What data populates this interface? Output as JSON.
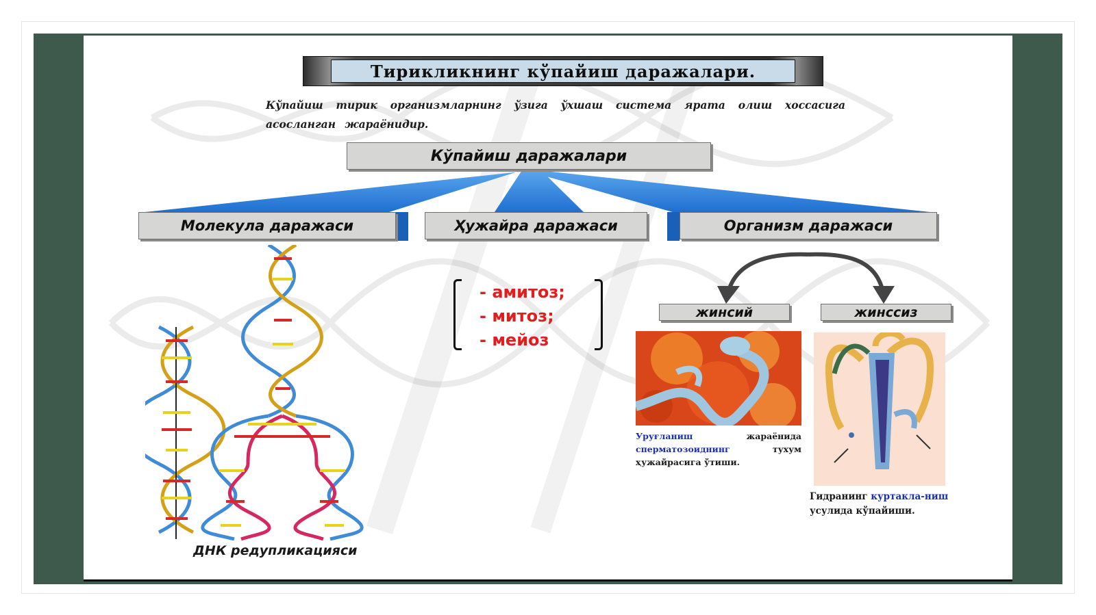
{
  "slide": {
    "title": "Тирикликнинг кўпайиш даражалари.",
    "definition": "Кўпайиш  тирик организмларнинг ўзига ўхшаш система ярата олиш хоссасига асосланган жараёнидир.",
    "main_label": "Кўпайиш даражалари",
    "levels": {
      "molecular": "Молекула даражаси",
      "cellular": "Ҳужайра даражаси",
      "organism": "Организм даражаси"
    },
    "cell_division": [
      "- амитоз;",
      "- митоз;",
      "- мейоз"
    ],
    "dna_caption": "ДНК редупликацияси",
    "reproduction_types": {
      "sexual": "жинсий",
      "asexual": "жинссиз"
    },
    "sexual_caption": {
      "part1": "Уруғланиш",
      "part2": " жараёнида ",
      "part3": "сперматозоиднинг",
      "part4": " тухум ҳужайрасига ўтиши."
    },
    "asexual_caption": {
      "part1": "Гидранинг ",
      "part2": "куртакла-ниш",
      "part3": " усулида кўпайиши."
    }
  },
  "colors": {
    "frame_green": "#3e5a4c",
    "box_gray": "#d6d6d4",
    "connector_blue": "#2a7fd8",
    "list_red": "#e01e1e",
    "caption_blue": "#1a2fb5"
  }
}
